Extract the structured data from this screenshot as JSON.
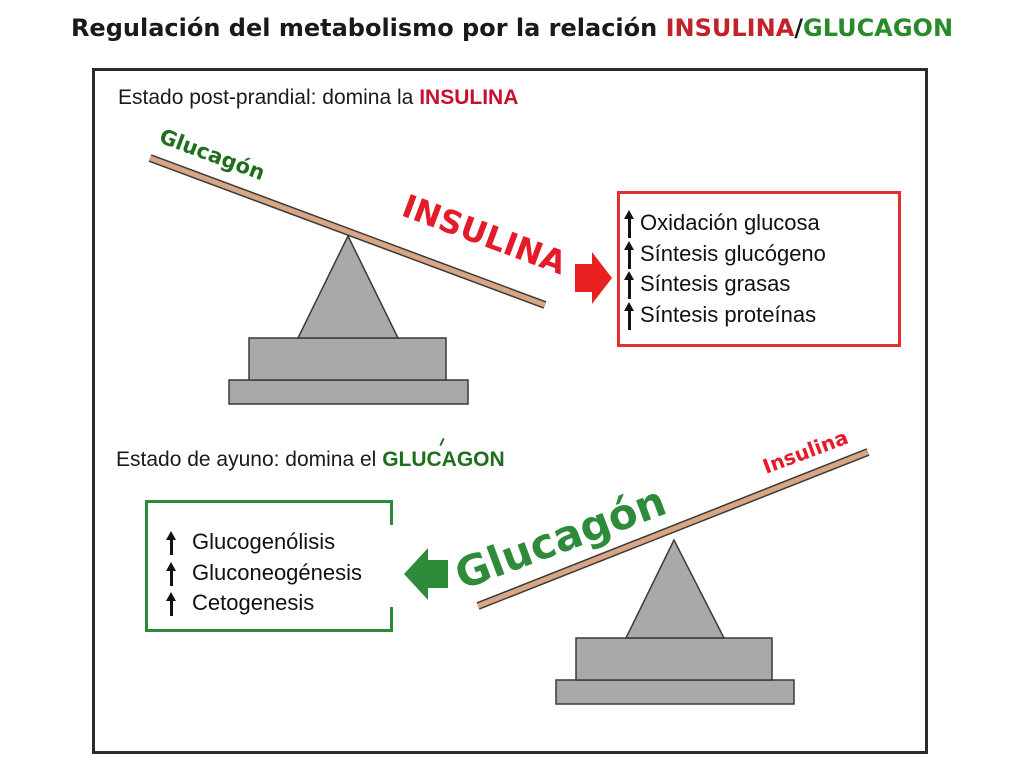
{
  "title": {
    "prefix": "Regulación del metabolismo por la relación ",
    "insulina": "INSULINA",
    "slash": "/",
    "glucagon": "GLUCAGON",
    "colors": {
      "text": "#1a1a1a",
      "insulina": "#c0232a",
      "glucagon": "#2a8a2a"
    }
  },
  "post_prandial": {
    "caption_prefix": "Estado post-prandial: domina la ",
    "caption_highlight": "INSULINA",
    "seesaw": {
      "high_label": "Glucagón",
      "low_label": "INSULINA"
    },
    "arrow_color": "#e82020",
    "box_border_color": "#e23030",
    "effects": [
      {
        "direction": "up",
        "label": "Oxidación glucosa"
      },
      {
        "direction": "up",
        "label": "Síntesis glucógeno"
      },
      {
        "direction": "up",
        "label": "Síntesis grasas"
      },
      {
        "direction": "up",
        "label": "Síntesis proteínas"
      }
    ]
  },
  "ayuno": {
    "caption_prefix": "Estado de ayuno: domina el ",
    "caption_highlight": "GLUCAGON",
    "seesaw": {
      "high_label": "Insulina",
      "low_label": "Glucagón"
    },
    "arrow_color": "#2e8b3a",
    "box_border_color": "#2a8c3a",
    "effects": [
      {
        "direction": "up",
        "label": "Glucogenólisis"
      },
      {
        "direction": "up",
        "label": "Gluconeogénesis"
      },
      {
        "direction": "up",
        "label": "Cetogenesis"
      }
    ]
  },
  "icons": {
    "pivot": "triangle-fulcrum-icon",
    "base": "stacked-rectangle-base-icon",
    "effect_marker": "up-arrow-icon",
    "pointer": "block-arrow-icon"
  }
}
